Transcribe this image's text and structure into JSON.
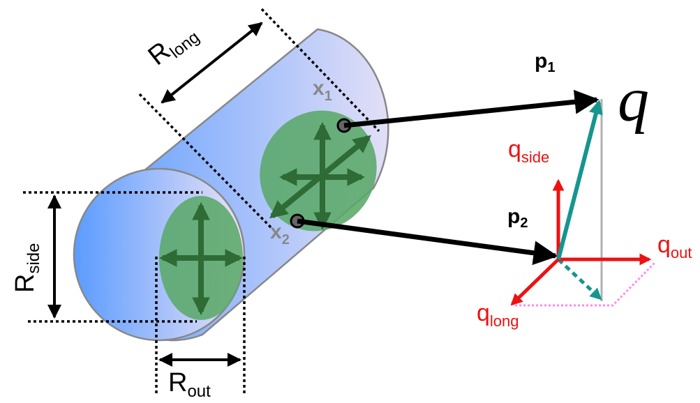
{
  "labels": {
    "r_long": {
      "main": "R",
      "sub": "long"
    },
    "r_side": {
      "main": "R",
      "sub": "side"
    },
    "r_out": {
      "main": "R",
      "sub": "out"
    },
    "x1": {
      "main": "x",
      "sub": "1"
    },
    "x2": {
      "main": "x",
      "sub": "2"
    },
    "p1": {
      "main": "p",
      "sub": "1"
    },
    "p2": {
      "main": "p",
      "sub": "2"
    },
    "q": "q",
    "q_side": {
      "main": "q",
      "sub": "side"
    },
    "q_out": {
      "main": "q",
      "sub": "out"
    },
    "q_long": {
      "main": "q",
      "sub": "long"
    }
  },
  "colors": {
    "cylinder_gradient": [
      "#5a9bff",
      "#f0e6f6"
    ],
    "ellipse_fill": "#5aa869",
    "green_arrows": "#2e6b35",
    "axis_red": "#ee1111",
    "q_vector_teal": "#159590",
    "projection_pink": "#ff88ee",
    "projection_gray": "#b0b0b0",
    "x_label_gray": "#888888"
  }
}
